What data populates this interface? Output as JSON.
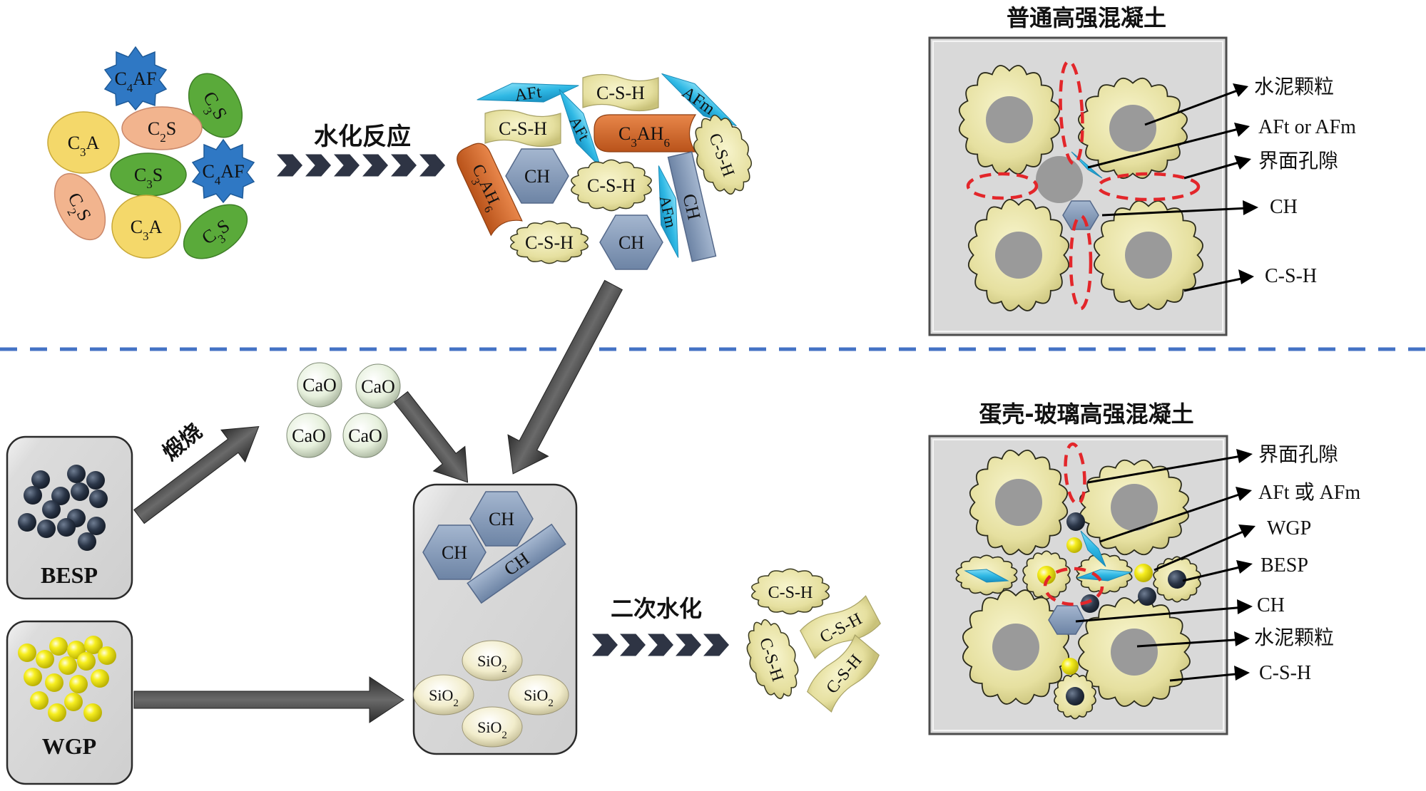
{
  "top_section": {
    "clinker_minerals": [
      {
        "id": "c4af-1",
        "formula": "C",
        "sub": "4",
        "rest": "AF",
        "shape": "star",
        "color": "#2f78c4"
      },
      {
        "id": "c3s-1",
        "formula": "C",
        "sub": "3",
        "rest": "S",
        "shape": "ellipse",
        "color": "#5aaa3a"
      },
      {
        "id": "c3a-1",
        "formula": "C",
        "sub": "3",
        "rest": "A",
        "shape": "ellipse",
        "color": "#f4d86a"
      },
      {
        "id": "c2s-1",
        "formula": "C",
        "sub": "2",
        "rest": "S",
        "shape": "ellipse",
        "color": "#f2b48e"
      },
      {
        "id": "c3s-2",
        "formula": "C",
        "sub": "3",
        "rest": "S",
        "shape": "ellipse",
        "color": "#5aaa3a"
      },
      {
        "id": "c4af-2",
        "formula": "C",
        "sub": "4",
        "rest": "AF",
        "shape": "star",
        "color": "#2f78c4"
      },
      {
        "id": "c2s-2",
        "formula": "C",
        "sub": "2",
        "rest": "S",
        "shape": "ellipse",
        "color": "#f2b48e"
      },
      {
        "id": "c3a-2",
        "formula": "C",
        "sub": "3",
        "rest": "A",
        "shape": "ellipse",
        "color": "#f4d86a"
      },
      {
        "id": "c3s-3",
        "formula": "C",
        "sub": "3",
        "rest": "S",
        "shape": "ellipse",
        "color": "#5aaa3a"
      }
    ],
    "hydration_label": "水化反应",
    "hydration_products": [
      {
        "id": "aft-1",
        "label": "AFt",
        "type": "diamond"
      },
      {
        "id": "csh-rect-1",
        "label": "C-S-H",
        "type": "wavy-rect"
      },
      {
        "id": "afm-1",
        "label": "AFm",
        "type": "diamond"
      },
      {
        "id": "csh-rect-2",
        "label": "C-S-H",
        "type": "wavy-rect"
      },
      {
        "id": "aft-2",
        "label": "AFt",
        "type": "diamond"
      },
      {
        "id": "c3ah6-1",
        "label": "C",
        "sub": "3",
        "rest": "AH",
        "sub2": "6",
        "type": "tab"
      },
      {
        "id": "csh-cloud-1",
        "label": "C-S-H",
        "type": "cloud"
      },
      {
        "id": "c3ah6-2",
        "label": "C",
        "sub": "3",
        "rest": "AH",
        "sub2": "6",
        "type": "tab"
      },
      {
        "id": "ch-hex-1",
        "label": "CH",
        "type": "hexagon"
      },
      {
        "id": "csh-cloud-2",
        "label": "C-S-H",
        "type": "cloud"
      },
      {
        "id": "afm-2",
        "label": "AFm",
        "type": "diamond"
      },
      {
        "id": "ch-rod-1",
        "label": "CH",
        "type": "rod"
      },
      {
        "id": "csh-cloud-3",
        "label": "C-S-H",
        "type": "cloud"
      },
      {
        "id": "ch-hex-2",
        "label": "CH",
        "type": "hexagon"
      }
    ]
  },
  "bottom_section": {
    "besp_box_label": "BESP",
    "wgp_box_label": "WGP",
    "calcination_label": "煅烧",
    "cao_particles": [
      "CaO",
      "CaO",
      "CaO",
      "CaO"
    ],
    "reaction_box": {
      "ch_items": [
        "CH",
        "CH",
        "CH"
      ],
      "sio2_items": [
        {
          "main": "SiO",
          "sub": "2"
        },
        {
          "main": "SiO",
          "sub": "2"
        },
        {
          "main": "SiO",
          "sub": "2"
        },
        {
          "main": "SiO",
          "sub": "2"
        }
      ]
    },
    "secondary_hydration_label": "二次水化",
    "secondary_products": [
      "C-S-H",
      "C-S-H",
      "C-S-H",
      "C-S-H"
    ]
  },
  "panel_ordinary": {
    "title": "普通高强混凝土",
    "labels": [
      "水泥颗粒",
      "AFt or AFm",
      "界面孔隙",
      "CH",
      "C-S-H"
    ]
  },
  "panel_eggshell_glass": {
    "title": "蛋壳-玻璃高强混凝土",
    "labels": [
      "界面孔隙",
      "AFt 或 AFm",
      "WGP",
      "BESP",
      "CH",
      "水泥颗粒",
      "C-S-H"
    ]
  },
  "colors": {
    "divider": "#4472c4",
    "chevron": "#2e3444",
    "arrow": "#3a3a3a",
    "csh": "#e8e3a4",
    "ch": "#8096b4",
    "aft": "#35c0e8",
    "c3ah6": "#d2691e",
    "panel_bg": "#d9d9d9",
    "cement_core": "#9a9a9a",
    "pore": "#e3262a",
    "besp": "#2b3648",
    "wgp": "#f2ea10",
    "cao": "#e8f2de",
    "sio2": "#f3efcf"
  }
}
